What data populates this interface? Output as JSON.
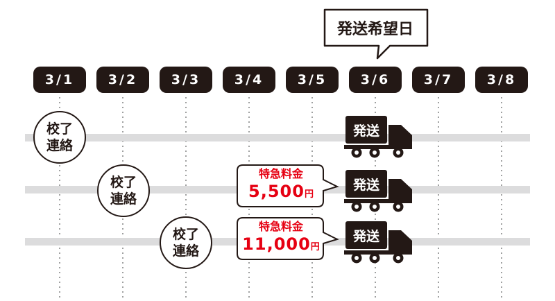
{
  "callout": {
    "label": "発送希望日"
  },
  "dates": [
    "3/1",
    "3/2",
    "3/3",
    "3/4",
    "3/5",
    "3/6",
    "3/7",
    "3/8"
  ],
  "rows": [
    {
      "circle_top": "校了",
      "circle_bottom": "連絡",
      "truck_label": "発送",
      "fee_title": "",
      "fee_amount": "",
      "fee_unit": ""
    },
    {
      "circle_top": "校了",
      "circle_bottom": "連絡",
      "truck_label": "発送",
      "fee_title": "特急料金",
      "fee_amount": "5,500",
      "fee_unit": "円"
    },
    {
      "circle_top": "校了",
      "circle_bottom": "連絡",
      "truck_label": "発送",
      "fee_title": "特急料金",
      "fee_amount": "11,000",
      "fee_unit": "円"
    }
  ],
  "colors": {
    "dark": "#231815",
    "bar": "#dcdcdd",
    "accent": "#e60012",
    "guide": "#9fa0a0"
  },
  "icons": {
    "truck": "truck-icon"
  }
}
